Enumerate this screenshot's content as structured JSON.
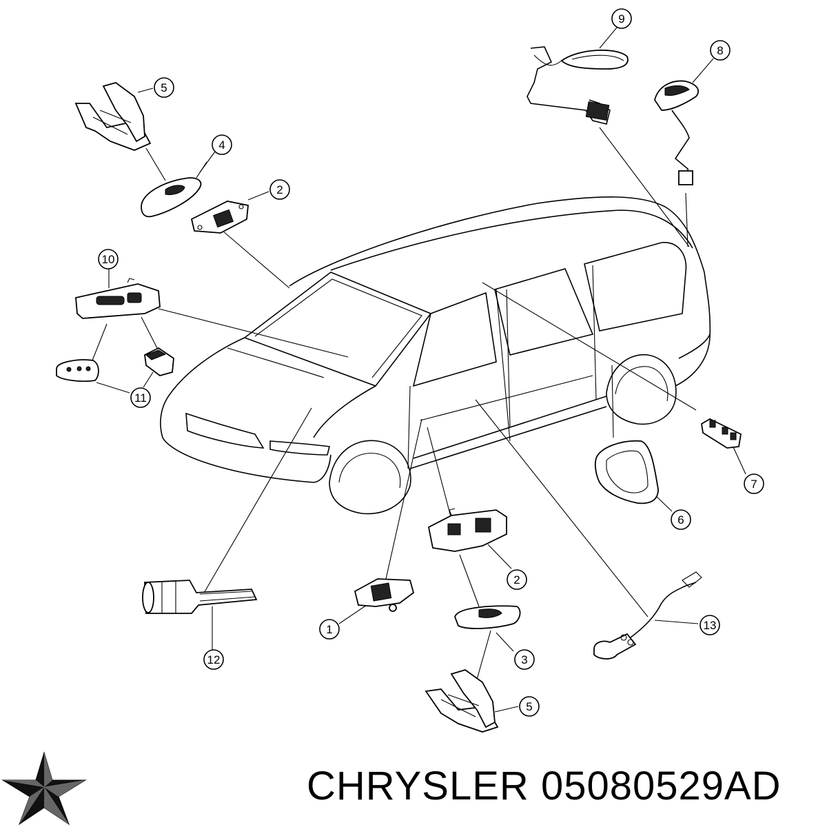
{
  "diagram": {
    "callouts": [
      {
        "id": "c9",
        "label": "9"
      },
      {
        "id": "c8",
        "label": "8"
      },
      {
        "id": "c5a",
        "label": "5"
      },
      {
        "id": "c4",
        "label": "4"
      },
      {
        "id": "c2a",
        "label": "2"
      },
      {
        "id": "c10",
        "label": "10"
      },
      {
        "id": "c11",
        "label": "11"
      },
      {
        "id": "c7",
        "label": "7"
      },
      {
        "id": "c6",
        "label": "6"
      },
      {
        "id": "c2b",
        "label": "2"
      },
      {
        "id": "c1",
        "label": "1"
      },
      {
        "id": "c3",
        "label": "3"
      },
      {
        "id": "c12",
        "label": "12"
      },
      {
        "id": "c13",
        "label": "13"
      },
      {
        "id": "c5b",
        "label": "5"
      }
    ]
  },
  "footer": {
    "brand": "CHRYSLER",
    "part_number": "05080529AD",
    "logo_icon": "pentastar-icon"
  }
}
